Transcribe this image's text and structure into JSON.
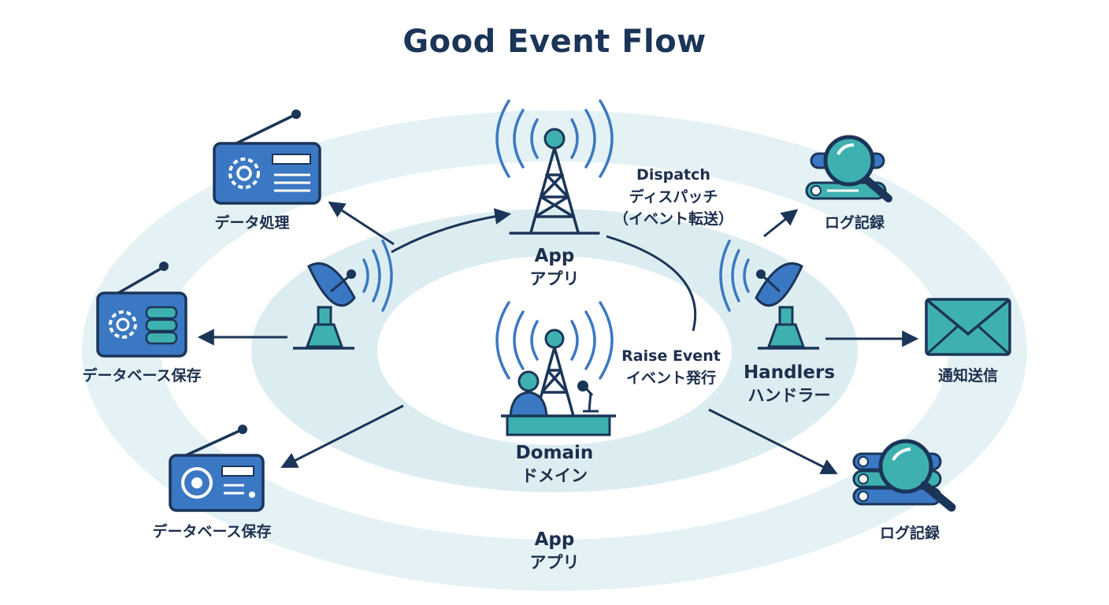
{
  "title": "Good Event Flow",
  "colors": {
    "navy": "#1b3558",
    "blue": "#3b78c3",
    "teal": "#3fb0b0",
    "ring_outer": "#e2f1f4",
    "ring_inner": "#d4eaef"
  },
  "nodes": {
    "domain": {
      "en": "Domain",
      "jp": "ドメイン",
      "icon": "broadcast-tower-with-speaker-icon"
    },
    "app_top": {
      "en": "App",
      "jp": "アプリ",
      "icon": "radio-tower-icon"
    },
    "app_bottom": {
      "en": "App",
      "jp": "アプリ"
    },
    "handlers": {
      "en": "Handlers",
      "jp": "ハンドラー",
      "icon": "satellite-dish-icon"
    },
    "data_processing": {
      "jp": "データ処理",
      "icon": "radio-gear-icon"
    },
    "db_save_left": {
      "jp": "データベース保存",
      "icon": "radio-database-icon"
    },
    "db_save_bottom": {
      "jp": "データベース保存",
      "icon": "radio-icon"
    },
    "log_top": {
      "jp": "ログ記録",
      "icon": "magnifier-log-icon"
    },
    "notify": {
      "jp": "通知送信",
      "icon": "envelope-icon"
    },
    "log_bottom": {
      "jp": "ログ記録",
      "icon": "magnifier-log-icon"
    }
  },
  "edges": {
    "dispatch": {
      "en": "Dispatch",
      "jp1": "ディスパッチ",
      "jp2": "（イベント転送）"
    },
    "raise": {
      "en": "Raise Event",
      "jp": "イベント発行"
    }
  }
}
